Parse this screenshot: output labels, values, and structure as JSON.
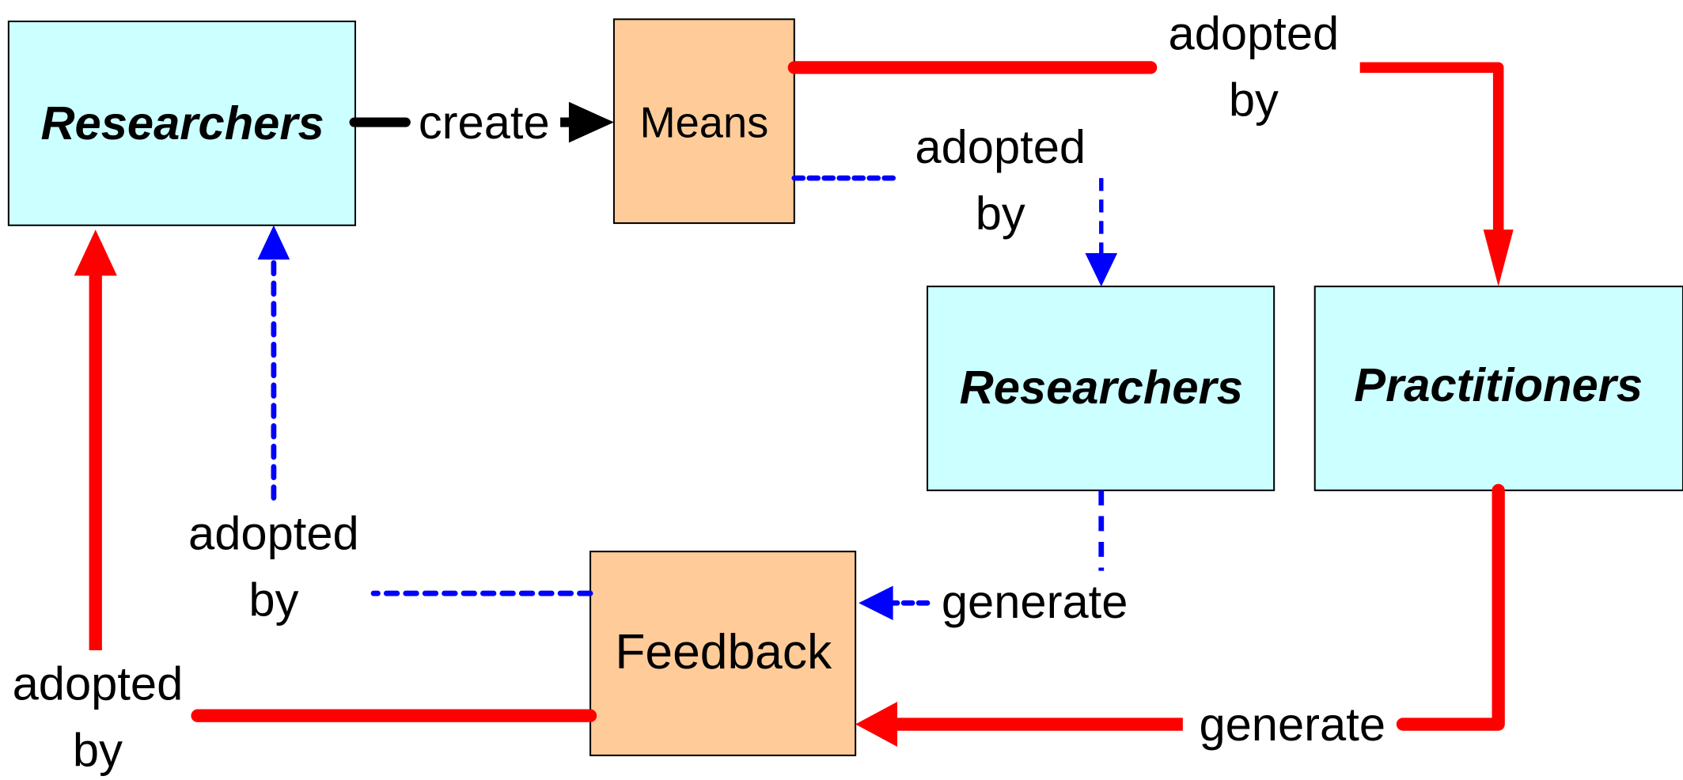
{
  "colors": {
    "actor_fill": "#ccffff",
    "artifact_fill": "#ffcc99",
    "primary_edge": "#ff0000",
    "secondary_edge": "#0000ff",
    "create_edge": "#000000"
  },
  "nodes": {
    "researchers_top": "Researchers",
    "means": "Means",
    "researchers_mid": "Researchers",
    "practitioners": "Practitioners",
    "feedback": "Feedback"
  },
  "edges": {
    "create": "create",
    "means_to_practitioners": [
      "adopted",
      "by"
    ],
    "means_to_researchers": [
      "adopted",
      "by"
    ],
    "researchers_generate": "generate",
    "practitioners_generate": "generate",
    "feedback_to_researchers_blue": [
      "adopted",
      "by"
    ],
    "feedback_to_researchers_red": [
      "adopted",
      "by"
    ]
  }
}
